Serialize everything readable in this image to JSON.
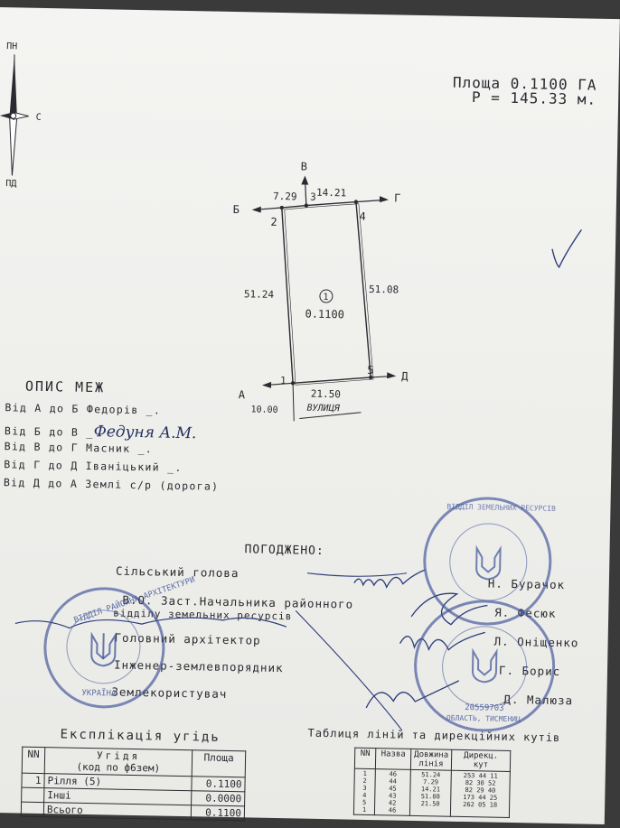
{
  "compass": {
    "north": "ПН",
    "south": "ПД",
    "east": "С"
  },
  "area": {
    "line1": "Площа 0.1100 ГА",
    "line2": "Р = 145.33 м."
  },
  "plan": {
    "points": {
      "p1": "1",
      "p2": "2",
      "p3": "3",
      "p4": "4",
      "p5": "5"
    },
    "letters": {
      "a": "А",
      "b": "Б",
      "v": "В",
      "g": "Г",
      "d": "Д"
    },
    "sides": {
      "top_left": "7.29",
      "top_right": "14.21",
      "left": "51.24",
      "right": "51.08",
      "bottom": "21.50"
    },
    "parcel_no": "1",
    "parcel_area": "0.1100",
    "street_offset": "10.00",
    "street": "ВУЛИЦЯ"
  },
  "boundaries": {
    "title": "ОПИС МЕЖ",
    "rows": [
      {
        "text": "Від А до Б Федорів _."
      },
      {
        "text": "Від Б до В _",
        "hand": "Федуня А.М."
      },
      {
        "text": "Від В до Г Масник _."
      },
      {
        "text": "Від Г до Д Іваніцький _."
      },
      {
        "text": "Від Д до А Землі с/р (дорога)"
      }
    ]
  },
  "approval": {
    "title": "ПОГОДЖЕНО:",
    "roles": [
      "Сільський голова",
      "В.О. Заст.Начальника районного",
      "відділу земельних ресурсів",
      "Головний архітектор",
      "Інженер-землевпорядник",
      "Землекористувач"
    ],
    "names": [
      "Н. Бурачок",
      "Я. Фесюк",
      "Л. Оніщенко",
      "Г. Борис",
      "Д. Малюза"
    ]
  },
  "stamp_text": {
    "left_top": "ВІДДІЛ РАЙОННА АРХІТЕКТУРИ",
    "left_bottom": "УКРАЇНА",
    "right_top": "ВІДДІЛ ЗЕМЕЛЬНИХ РЕСУРСІВ",
    "right_code": "20559703",
    "right_bottom": "ОБЛАСТЬ, ТИСМЕНИЦ"
  },
  "explication": {
    "title": "Експлікація угідь",
    "headers": {
      "nn": "NN",
      "land_top": "Угідя",
      "land_sub": "(код по ф6зем)",
      "area": "Площа"
    },
    "rows": [
      {
        "nn": "1",
        "name": "Рілля (5)",
        "area": "0.1100"
      },
      {
        "nn": "",
        "name": "Інші",
        "area": "0.0000"
      },
      {
        "nn": "",
        "name": "Всього",
        "area": "0.1100"
      }
    ]
  },
  "lines_table": {
    "title": "Таблиця ліній та дирекційних кутів",
    "headers": {
      "nn": "NN",
      "name": "Назва",
      "length_top": "Довжина",
      "length_sub": "лінія",
      "angle_top": "Дирекц.",
      "angle_sub": "кут"
    },
    "rows": [
      {
        "nn": "1",
        "name": "46",
        "len": "51.24",
        "ang": "253 44 11"
      },
      {
        "nn": "2",
        "name": "44",
        "len": "7.29",
        "ang": "82 30 52"
      },
      {
        "nn": "3",
        "name": "45",
        "len": "14.21",
        "ang": "82 29 40"
      },
      {
        "nn": "4",
        "name": "43",
        "len": "51.08",
        "ang": "173 44 25"
      },
      {
        "nn": "5",
        "name": "42",
        "len": "21.50",
        "ang": "262 05 18"
      },
      {
        "nn": "1",
        "name": "46",
        "len": "",
        "ang": ""
      }
    ]
  }
}
